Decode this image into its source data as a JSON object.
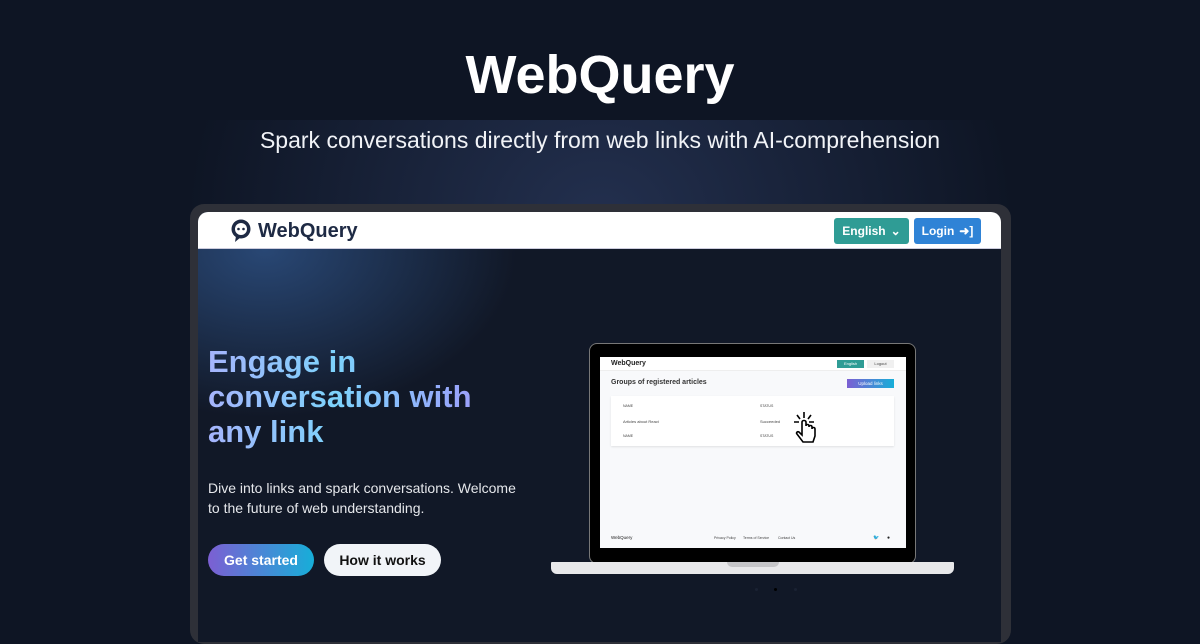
{
  "banner": {
    "title": "WebQuery",
    "subtitle": "Spark conversations directly from web links with AI-comprehension"
  },
  "nav": {
    "brand": "WebQuery",
    "language": "English",
    "login": "Login"
  },
  "hero": {
    "heading": "Engage in conversation with any link",
    "description": "Dive into links and spark conversations. Welcome to the future of web understanding.",
    "primary_cta": "Get started",
    "secondary_cta": "How it works"
  },
  "mock": {
    "brand": "WebQuery",
    "language": "English",
    "logout": "Logout",
    "heading": "Groups of registered articles",
    "upload": "Upload links",
    "col_name": "NAME",
    "col_status": "STATUS",
    "row_name": "Articles about React",
    "row_status": "Succeeded",
    "footer_brand": "WebQuery",
    "footer_links": [
      "Privacy Policy",
      "Terms of Service",
      "Contact Us"
    ]
  },
  "colors": {
    "teal": "#2f9c95",
    "blue": "#2f83d6",
    "purple": "#7c5fd3"
  },
  "carousel": {
    "count": 3,
    "active": 2
  }
}
